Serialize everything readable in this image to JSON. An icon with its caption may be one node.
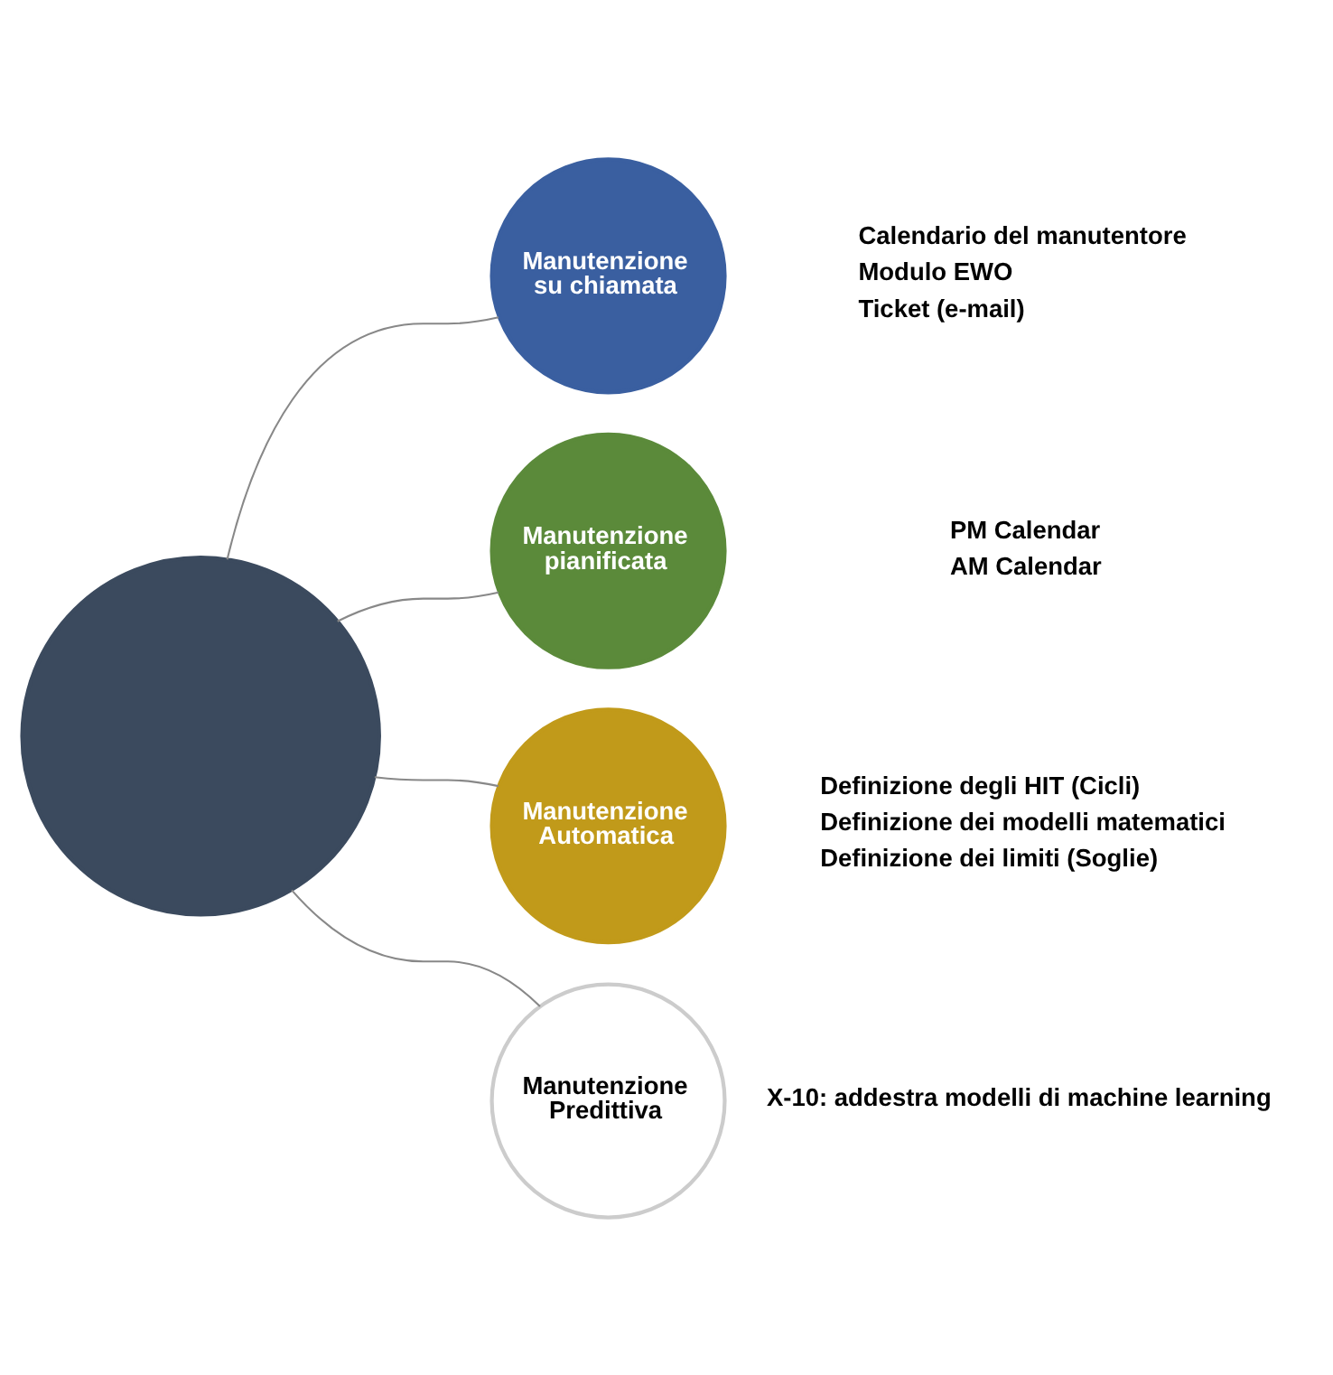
{
  "diagram": {
    "nodes": [
      {
        "text": [],
        "shape": "circle"
      },
      {
        "text": [
          "Manutenzione su chiamata"
        ],
        "beside": [
          "Calendario del manutentore",
          "Modulo EWO",
          "Ticket (e-mail)"
        ]
      },
      {
        "text": [
          "Manutenzione pianificata"
        ],
        "beside": [
          "PM Calendar",
          "AM Calendar"
        ]
      },
      {
        "text": [
          "Manutenzione Automatica"
        ],
        "beside": [
          "Definizione degli HIT (Cicli)",
          "Definizione dei modelli matematici",
          "Definizione dei limiti (Soglie)"
        ]
      },
      {
        "text": [
          "Manutenzione Predittiva"
        ],
        "beside": [
          "X-10: addestra modelli di machine learning"
        ]
      }
    ],
    "edges": [
      {
        "from": 0,
        "to": 1,
        "arrow": "none"
      },
      {
        "from": 0,
        "to": 2,
        "arrow": "none"
      },
      {
        "from": 0,
        "to": 3,
        "arrow": "none"
      },
      {
        "from": 0,
        "to": 4,
        "arrow": "none"
      }
    ]
  }
}
